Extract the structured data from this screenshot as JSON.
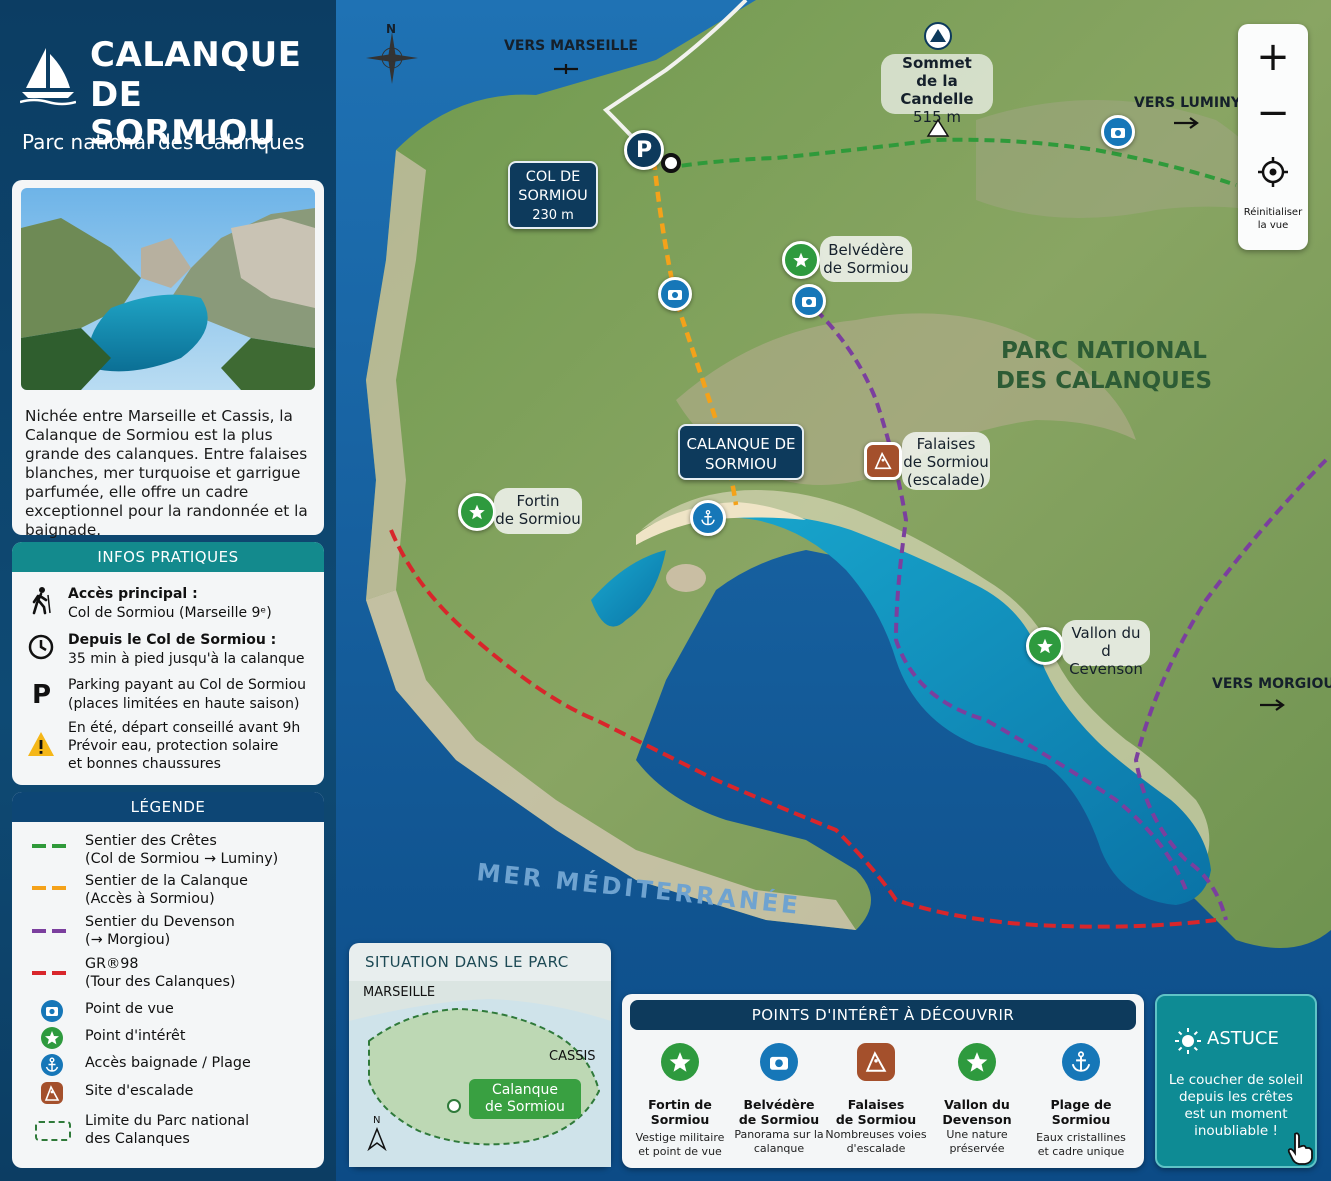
{
  "header": {
    "title_line1": "CALANQUE",
    "title_line2": "DE SORMIOU",
    "subtitle": "Parc national des Calanques"
  },
  "intro": {
    "text": "Nichée entre Marseille et Cassis, la Calanque de Sormiou est la plus grande des calanques. Entre falaises blanches, mer turquoise et garrigue parfumée, elle offre un cadre exceptionnel pour la randonnée et la baignade."
  },
  "infos": {
    "heading": "INFOS PRATIQUES",
    "rows": [
      {
        "icon": "hiker-icon",
        "title": "Accès principal :",
        "line2": "Col de Sormiou (Marseille 9ᵉ)"
      },
      {
        "icon": "clock-icon",
        "title": "Depuis le Col de Sormiou :",
        "line2": "35 min à pied jusqu'à la calanque"
      },
      {
        "icon": "parking-icon",
        "title": "P",
        "line1": "Parking payant au Col de Sormiou",
        "line2": "(places limitées en haute saison)"
      },
      {
        "icon": "warning-icon",
        "line1": "En été, départ conseillé avant 9h",
        "line2": "Prévoir eau, protection solaire",
        "line3": "et bonnes chaussures"
      }
    ]
  },
  "legend": {
    "heading": "LÉGENDE",
    "items": [
      {
        "l1": "Sentier des Crêtes",
        "l2": "(Col de Sormiou → Luminy)",
        "color": "#2f9a3a"
      },
      {
        "l1": "Sentier de la Calanque",
        "l2": "(Accès à Sormiou)",
        "color": "#f4a21a"
      },
      {
        "l1": "Sentier du Devenson",
        "l2": "(→ Morgiou)",
        "color": "#7b3f9e"
      },
      {
        "l1": "GR®98",
        "l2": "(Tour des Calanques)",
        "color": "#d8262b"
      },
      {
        "l1": "Point de vue",
        "icon": "camera-icon"
      },
      {
        "l1": "Point d'intérêt",
        "icon": "star-icon"
      },
      {
        "l1": "Accès baignade / Plage",
        "icon": "anchor-icon"
      },
      {
        "l1": "Site d'escalade",
        "icon": "climbing-icon"
      },
      {
        "l1": "Limite du Parc national",
        "l2": "des Calanques",
        "icon": "park-boundary-icon"
      }
    ]
  },
  "map": {
    "compass_n": "N",
    "to_marseille": "VERS MARSEILLE",
    "to_luminy": "VERS LUMINY",
    "to_morgiou": "VERS MORGIOU",
    "summit_name": "Sommet",
    "summit_name2": "de la Candelle",
    "summit_alt": "515 m",
    "col_name1": "COL DE",
    "col_name2": "SORMIOU",
    "col_alt": "230 m",
    "parking_letter": "P",
    "calanque_label1": "CALANQUE DE",
    "calanque_label2": "SORMIOU",
    "belvedere1": "Belvédère",
    "belvedere2": "de Sormiou",
    "falaises1": "Falaises",
    "falaises2": "de Sormiou",
    "falaises3": "(escalade)",
    "fortin1": "Fortin",
    "fortin2": "de Sormiou",
    "vallon1": "Vallon du",
    "vallon2": "d Cevenson",
    "park_label1": "PARC NATIONAL",
    "park_label2": "DES CALANQUES",
    "sea_label": "MER MÉDITERRANÉE"
  },
  "controls": {
    "zoom_in": "+",
    "zoom_out": "−",
    "reset_label1": "Réinitialiser",
    "reset_label2": "la vue"
  },
  "situation": {
    "heading": "SITUATION DANS LE PARC",
    "marseille": "MARSEILLE",
    "cassis": "CASSIS",
    "here1": "Calanque",
    "here2": "de Sormiou",
    "north": "N"
  },
  "pois": {
    "heading": "POINTS D'INTÉRÊT À DÉCOUVRIR",
    "items": [
      {
        "icon": "star-icon",
        "name1": "Fortin de Sormiou",
        "name2": "",
        "d1": "Vestige militaire",
        "d2": "et point de vue",
        "bg": "#2e9a3e"
      },
      {
        "icon": "camera-icon",
        "name1": "Belvédère",
        "name2": "de Sormiou",
        "d1": "Panorama sur la",
        "d2": "calanque",
        "bg": "#1677b8"
      },
      {
        "icon": "climbing-icon",
        "name1": "Falaises",
        "name2": "de Sormiou",
        "d1": "Nombreuses voies",
        "d2": "d'escalade",
        "bg": "#a4502c"
      },
      {
        "icon": "star-icon",
        "name1": "Vallon du",
        "name2": "Devenson",
        "d1": "Une nature",
        "d2": "préservée",
        "bg": "#2e9a3e"
      },
      {
        "icon": "anchor-icon",
        "name1": "Plage de Sormiou",
        "name2": "",
        "d1": "Eaux cristallines",
        "d2": "et cadre unique",
        "bg": "#1677b8"
      }
    ]
  },
  "tip": {
    "heading": "ASTUCE",
    "l1": "Le coucher de soleil",
    "l2": "depuis les crêtes",
    "l3": "est un moment",
    "l4": "inoubliable !"
  }
}
